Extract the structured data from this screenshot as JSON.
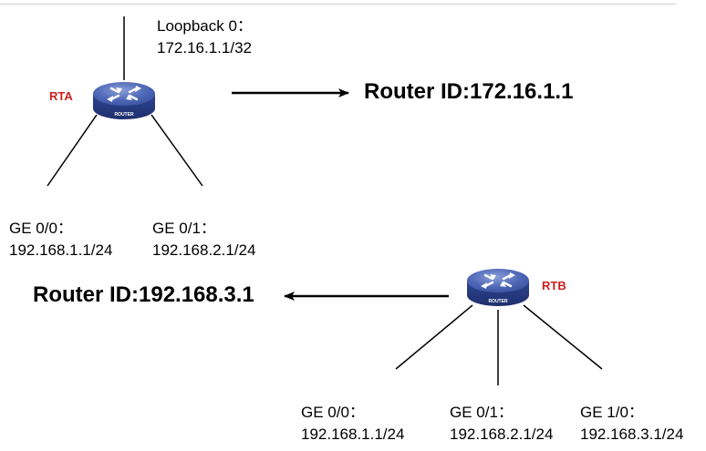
{
  "colors": {
    "router_label": "#cc1f1f",
    "router_body": "#3e55a3",
    "line": "#000000"
  },
  "rta": {
    "name": "RTA",
    "icon": "router-icon",
    "icon_caption": "ROUTER",
    "loopback": {
      "name": "Loopback 0：",
      "address": "172.16.1.1/32"
    },
    "ge00": {
      "name": "GE 0/0：",
      "address": "192.168.1.1/24"
    },
    "ge01": {
      "name": "GE 0/1：",
      "address": "192.168.2.1/24"
    },
    "router_id": "Router ID:172.16.1.1"
  },
  "rtb": {
    "name": "RTB",
    "icon": "router-icon",
    "icon_caption": "ROUTER",
    "ge00": {
      "name": "GE 0/0：",
      "address": "192.168.1.1/24"
    },
    "ge01": {
      "name": "GE 0/1：",
      "address": "192.168.2.1/24"
    },
    "ge10": {
      "name": "GE 1/0：",
      "address": "192.168.3.1/24"
    },
    "router_id": "Router ID:192.168.3.1"
  }
}
